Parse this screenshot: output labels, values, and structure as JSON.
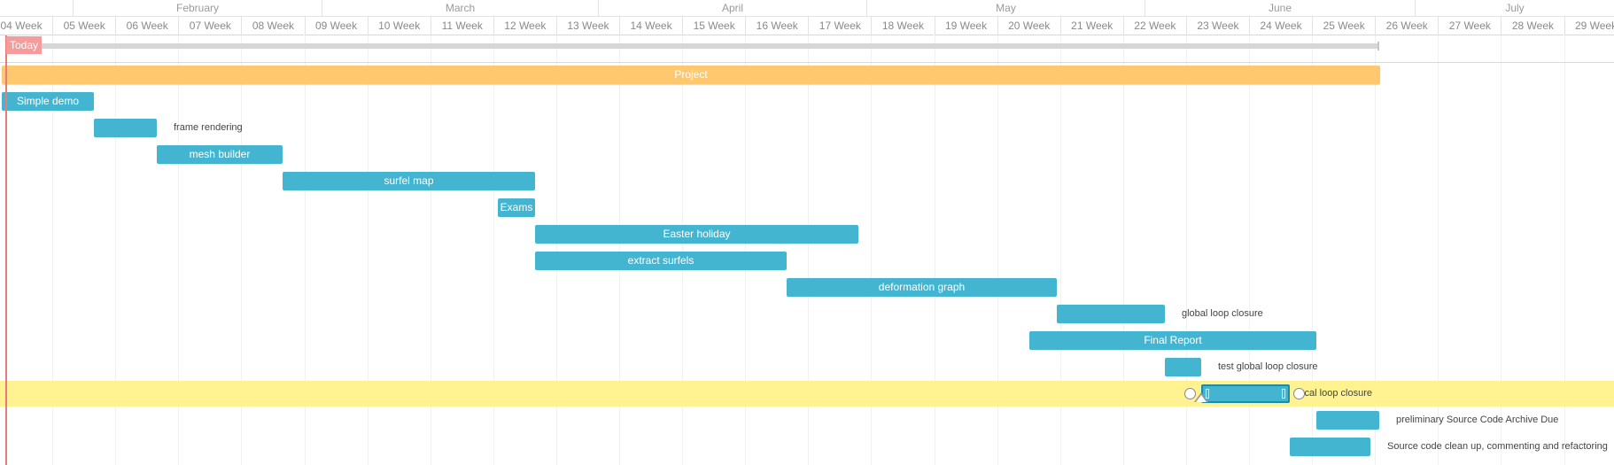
{
  "months": [
    "February",
    "March",
    "April",
    "May",
    "June",
    "July"
  ],
  "weeks": [
    "04 Week",
    "05 Week",
    "06 Week",
    "07 Week",
    "08 Week",
    "09 Week",
    "10 Week",
    "11 Week",
    "12 Week",
    "13 Week",
    "14 Week",
    "15 Week",
    "16 Week",
    "17 Week",
    "18 Week",
    "19 Week",
    "20 Week",
    "21 Week",
    "22 Week",
    "23 Week",
    "24 Week",
    "25 Week",
    "26 Week",
    "27 Week",
    "28 Week",
    "29 Week"
  ],
  "today_label": "Today",
  "tasks": [
    {
      "name": "Project",
      "label_inside": true,
      "type": "project"
    },
    {
      "name": "Simple demo",
      "label_inside": true
    },
    {
      "name": "frame rendering",
      "label_inside": false
    },
    {
      "name": "mesh builder",
      "label_inside": true
    },
    {
      "name": "surfel map",
      "label_inside": true
    },
    {
      "name": "Exams",
      "label_inside": true
    },
    {
      "name": "Easter holiday",
      "label_inside": true
    },
    {
      "name": "extract surfels",
      "label_inside": true
    },
    {
      "name": "deformation graph",
      "label_inside": true
    },
    {
      "name": "global loop closure",
      "label_inside": false
    },
    {
      "name": "Final Report",
      "label_inside": true
    },
    {
      "name": "test global loop closure",
      "label_inside": false
    },
    {
      "name": "local loop closure",
      "label_inside": false,
      "selected": true
    },
    {
      "name": "preliminary Source Code Archive Due",
      "label_inside": false
    },
    {
      "name": "Source code clean up, commenting and refactoring",
      "label_inside": false
    }
  ],
  "colors": {
    "task": "#44b5d1",
    "project": "#ffc86e",
    "today": "#e97a7a",
    "selected_row": "#fff290"
  }
}
